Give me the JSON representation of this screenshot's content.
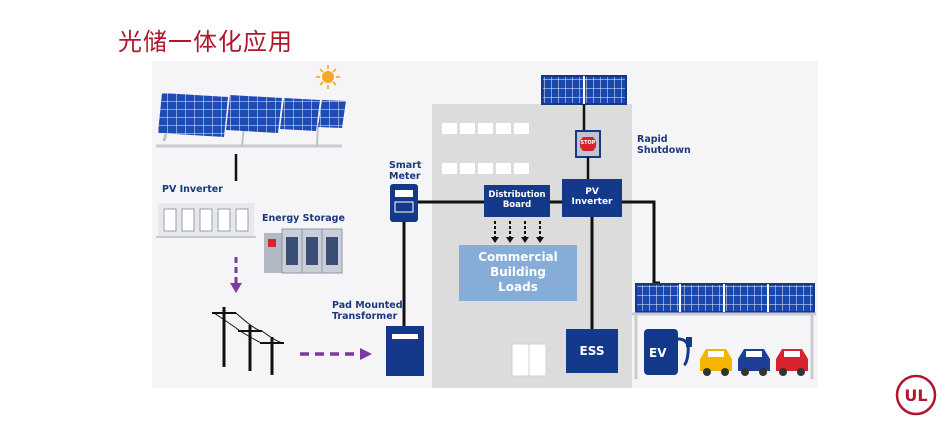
{
  "page": {
    "title": "光储一体化应用"
  },
  "diagram": {
    "labels": {
      "pv_inverter_left": "PV Inverter",
      "energy_storage": "Energy Storage",
      "smart_meter": "Smart\nMeter",
      "distribution_board": "Distribution\nBoard",
      "pv_inverter_building": "PV\nInverter",
      "rapid_shutdown": "Rapid\nShutdown",
      "stop_sign": "STOP",
      "commercial_loads": "Commercial\nBuilding\nLoads",
      "pad_mounted_transformer": "Pad Mounted\nTransformer",
      "ess": "ESS",
      "ev": "EV"
    },
    "colors": {
      "navy": "#15398a",
      "building": "#dcdcdc",
      "loads_box": "#86acd8",
      "flow_arrow": "#7a3aa0",
      "title_red": "#b0172c",
      "car_yellow": "#f4b400",
      "car_blue": "#1d3f9a",
      "car_red": "#d6232f"
    }
  },
  "logo": {
    "text": "UL"
  }
}
